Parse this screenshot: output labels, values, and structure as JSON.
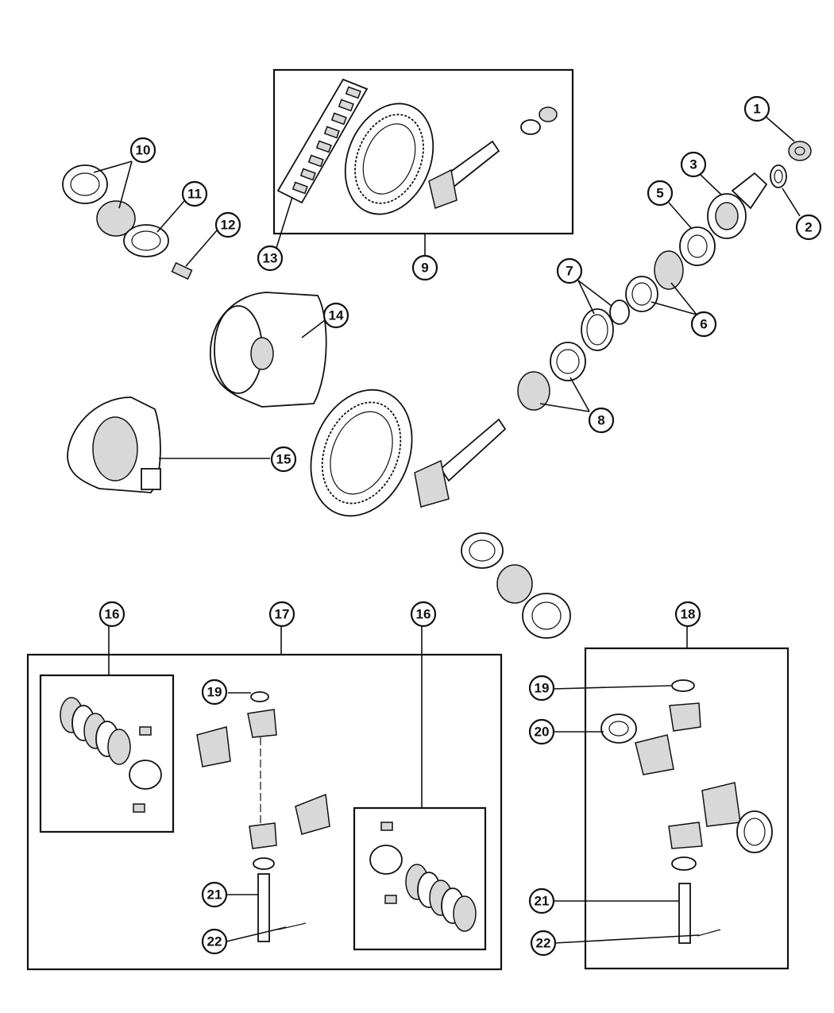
{
  "diagram": {
    "callouts": [
      "1",
      "2",
      "3",
      "5",
      "6",
      "7",
      "8",
      "9",
      "10",
      "11",
      "12",
      "13",
      "14",
      "15",
      "16",
      "16",
      "17",
      "18",
      "19",
      "19",
      "20",
      "21",
      "21",
      "22",
      "22"
    ]
  },
  "colors": {
    "ink": "#111111",
    "paper": "#ffffff"
  }
}
